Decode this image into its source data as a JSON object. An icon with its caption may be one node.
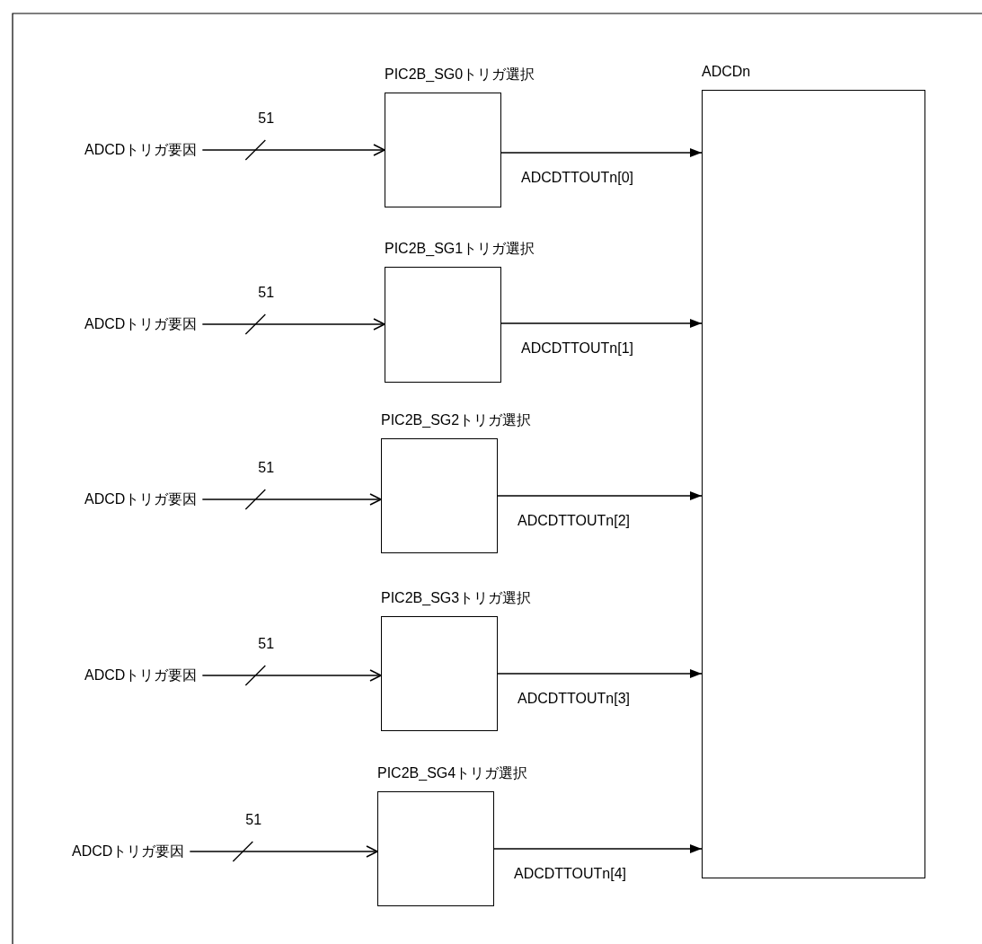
{
  "diagram": {
    "nodes": [
      {
        "text": [
          "ADCDトリガ要因"
        ]
      },
      {
        "text": [
          "PIC2B_SG0トリガ選択"
        ]
      },
      {
        "text": [
          "ADCDトリガ要因"
        ]
      },
      {
        "text": [
          "PIC2B_SG1トリガ選択"
        ]
      },
      {
        "text": [
          "ADCDトリガ要因"
        ]
      },
      {
        "text": [
          "PIC2B_SG2トリガ選択"
        ]
      },
      {
        "text": [
          "ADCDトリガ要因"
        ]
      },
      {
        "text": [
          "PIC2B_SG3トリガ選択"
        ]
      },
      {
        "text": [
          "ADCDトリガ要因"
        ]
      },
      {
        "text": [
          "PIC2B_SG4トリガ選択"
        ]
      },
      {
        "text": [
          "ADCDn"
        ]
      }
    ],
    "edges": [
      {
        "from": 0,
        "to": 1,
        "arrow": "to",
        "label": "51"
      },
      {
        "from": 1,
        "to": 10,
        "arrow": "to",
        "label": "ADCDTTOUTn[0]"
      },
      {
        "from": 2,
        "to": 3,
        "arrow": "to",
        "label": "51"
      },
      {
        "from": 3,
        "to": 10,
        "arrow": "to",
        "label": "ADCDTTOUTn[1]"
      },
      {
        "from": 4,
        "to": 5,
        "arrow": "to",
        "label": "51"
      },
      {
        "from": 5,
        "to": 10,
        "arrow": "to",
        "label": "ADCDTTOUTn[2]"
      },
      {
        "from": 6,
        "to": 7,
        "arrow": "to",
        "label": "51"
      },
      {
        "from": 7,
        "to": 10,
        "arrow": "to",
        "label": "ADCDTTOUTn[3]"
      },
      {
        "from": 8,
        "to": 9,
        "arrow": "to",
        "label": "51"
      },
      {
        "from": 9,
        "to": 10,
        "arrow": "to",
        "label": "ADCDTTOUTn[4]"
      }
    ]
  }
}
